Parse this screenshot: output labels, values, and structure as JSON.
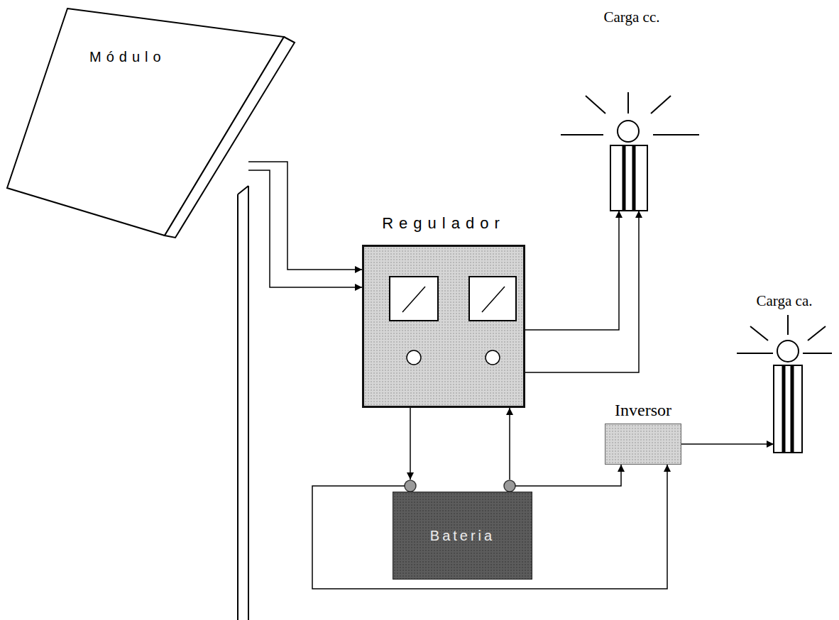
{
  "diagram": {
    "nodes": [
      {
        "text": [
          "Módulo"
        ]
      },
      {
        "text": [
          "Carga cc."
        ]
      },
      {
        "text": [
          "Regulador"
        ]
      },
      {
        "text": [
          "Carga ca."
        ]
      },
      {
        "text": [
          "Inversor"
        ]
      },
      {
        "text": [
          "Bateria"
        ]
      }
    ],
    "edges": [
      {
        "from": 0,
        "to": 2,
        "arrow": "to"
      },
      {
        "from": 0,
        "to": 2,
        "arrow": "to"
      },
      {
        "from": 2,
        "to": 1,
        "arrow": "to"
      },
      {
        "from": 2,
        "to": 1,
        "arrow": "to"
      },
      {
        "from": 2,
        "to": 5,
        "arrow": "to"
      },
      {
        "from": 5,
        "to": 2,
        "arrow": "to"
      },
      {
        "from": 5,
        "to": 4,
        "arrow": "to"
      },
      {
        "from": 5,
        "to": 4,
        "arrow": "to"
      },
      {
        "from": 4,
        "to": 3,
        "arrow": "to"
      }
    ]
  }
}
